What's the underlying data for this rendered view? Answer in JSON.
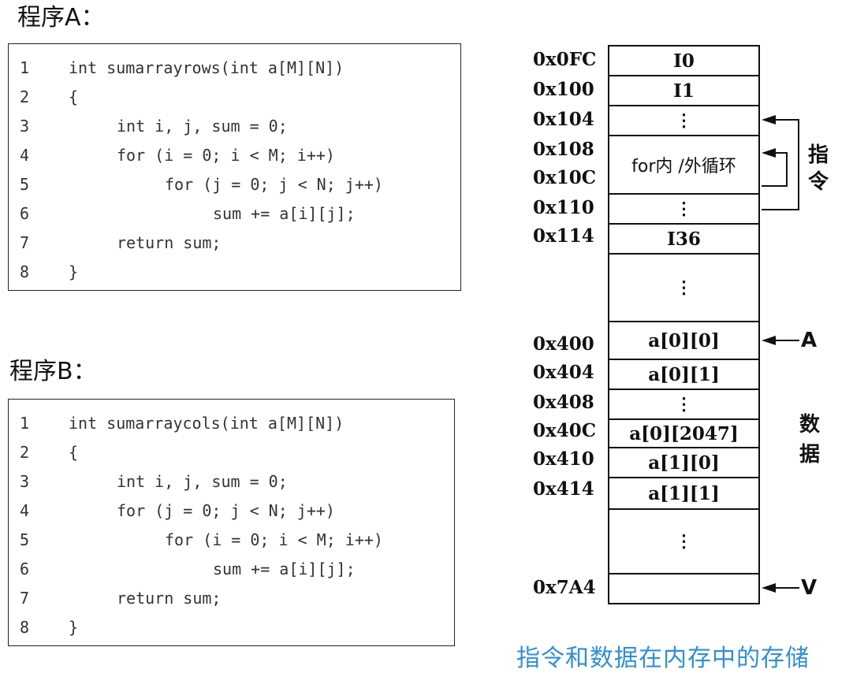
{
  "program_a": {
    "title": "程序A：",
    "lines": [
      {
        "num": "1",
        "code": "int sumarrayrows(int a[M][N])",
        "indent": 0
      },
      {
        "num": "2",
        "code": "{",
        "indent": 0
      },
      {
        "num": "3",
        "code": "int i, j, sum = 0;",
        "indent": 1
      },
      {
        "num": "4",
        "code": "for (i = 0; i < M; i++)",
        "indent": 1
      },
      {
        "num": "5",
        "code": "for (j = 0; j < N; j++)",
        "indent": 2
      },
      {
        "num": "6",
        "code": "sum += a[i][j];",
        "indent": 3
      },
      {
        "num": "7",
        "code": "return sum;",
        "indent": 1
      },
      {
        "num": "8",
        "code": "}",
        "indent": 0
      }
    ]
  },
  "program_b": {
    "title": "程序B：",
    "lines": [
      {
        "num": "1",
        "code": "int sumarraycols(int a[M][N])",
        "indent": 0
      },
      {
        "num": "2",
        "code": "{",
        "indent": 0
      },
      {
        "num": "3",
        "code": "int i, j, sum = 0;",
        "indent": 1
      },
      {
        "num": "4",
        "code": "for (j = 0; j < N; j++)",
        "indent": 1
      },
      {
        "num": "5",
        "code": "for (i = 0; i < M; i++)",
        "indent": 2
      },
      {
        "num": "6",
        "code": "sum += a[i][j];",
        "indent": 3
      },
      {
        "num": "7",
        "code": "return sum;",
        "indent": 1
      },
      {
        "num": "8",
        "code": "}",
        "indent": 0
      }
    ]
  },
  "memory": {
    "addresses": [
      "0x0FC",
      "0x100",
      "0x104",
      "0x108",
      "0x10C",
      "0x110",
      "0x114",
      "0x400",
      "0x404",
      "0x408",
      "0x40C",
      "0x410",
      "0x414",
      "0x7A4"
    ],
    "cells": [
      "I0",
      "I1",
      "⋮",
      "for内 /外循环",
      "⋮",
      "I36",
      "⋮",
      "a[0][0]",
      "a[0][1]",
      "⋮",
      "a[0][2047]",
      "a[1][0]",
      "a[1][1]",
      "⋮",
      ""
    ],
    "instruction_label": [
      "指",
      "令"
    ],
    "data_label": [
      "数",
      "据"
    ],
    "pointer_a": "A",
    "pointer_v": "V"
  },
  "caption": "指令和数据在内存中的存储"
}
